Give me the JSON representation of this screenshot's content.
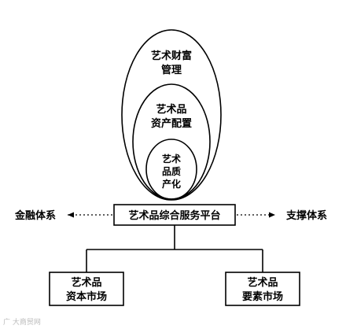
{
  "ellipses": {
    "outer": {
      "line1": "艺术财富",
      "line2": "管理"
    },
    "middle": {
      "line1": "艺术品",
      "line2": "资产配置"
    },
    "inner": {
      "line1": "艺术",
      "line2": "品质",
      "line3": "产化"
    }
  },
  "platform": {
    "label": "艺术品综合服务平台"
  },
  "left_system": {
    "label": "金融体系"
  },
  "right_system": {
    "label": "支撑体系"
  },
  "bottom_left": {
    "line1": "艺术品",
    "line2": "资本市场"
  },
  "bottom_right": {
    "line1": "艺术品",
    "line2": "要素市场"
  },
  "watermark": {
    "text": "广 大商贸网"
  }
}
